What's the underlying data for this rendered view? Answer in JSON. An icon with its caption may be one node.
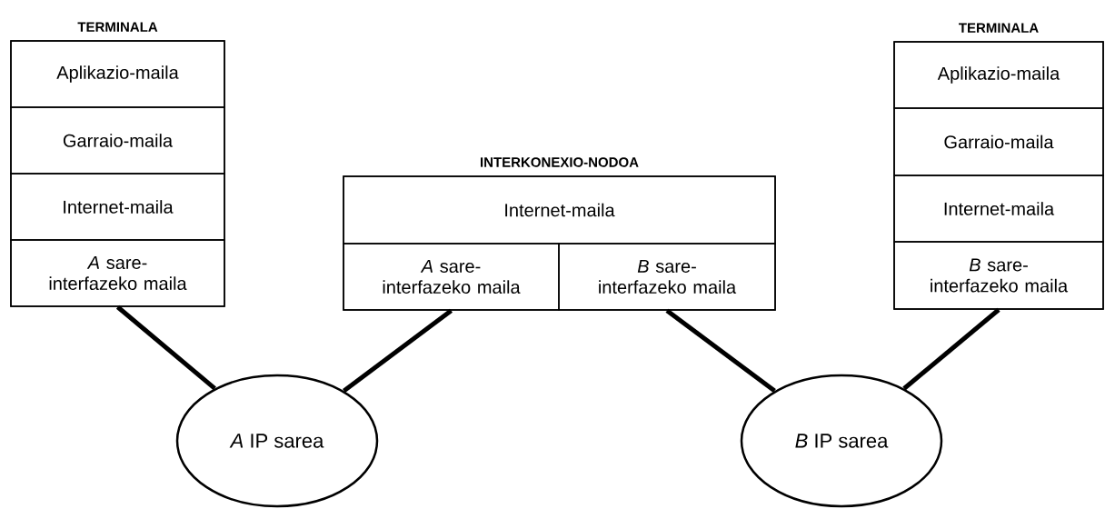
{
  "diagram": {
    "nodes": [
      {
        "text": [
          "TERMINALA"
        ]
      },
      {
        "text": [
          "Aplikazio-maila"
        ],
        "in": 0
      },
      {
        "text": [
          "Garraio-maila"
        ],
        "in": 0
      },
      {
        "text": [
          "Internet-maila"
        ],
        "in": 0
      },
      {
        "text": [
          "*A* sare-interfazeko maila"
        ],
        "in": 0
      },
      {
        "text": [
          "INTERKONEXIO-NODOA"
        ]
      },
      {
        "text": [
          "Internet-maila"
        ],
        "in": 5
      },
      {
        "text": [
          "*A* sare-interfazeko maila"
        ],
        "in": 5
      },
      {
        "text": [
          "*B* sare-interfazeko maila"
        ],
        "in": 5
      },
      {
        "text": [
          "TERMINALA"
        ]
      },
      {
        "text": [
          "Aplikazio-maila"
        ],
        "in": 9
      },
      {
        "text": [
          "Garraio-maila"
        ],
        "in": 9
      },
      {
        "text": [
          "Internet-maila"
        ],
        "in": 9
      },
      {
        "text": [
          "*B* sare-interfazeko maila"
        ],
        "in": 9
      },
      {
        "text": [
          "*A* IP sarea"
        ]
      },
      {
        "text": [
          "*B* IP sarea"
        ]
      }
    ],
    "edges": [
      {
        "from": 4,
        "to": 14,
        "arrow": "none"
      },
      {
        "from": 7,
        "to": 14,
        "arrow": "none"
      },
      {
        "from": 8,
        "to": 15,
        "arrow": "none"
      },
      {
        "from": 13,
        "to": 15,
        "arrow": "none"
      }
    ]
  }
}
